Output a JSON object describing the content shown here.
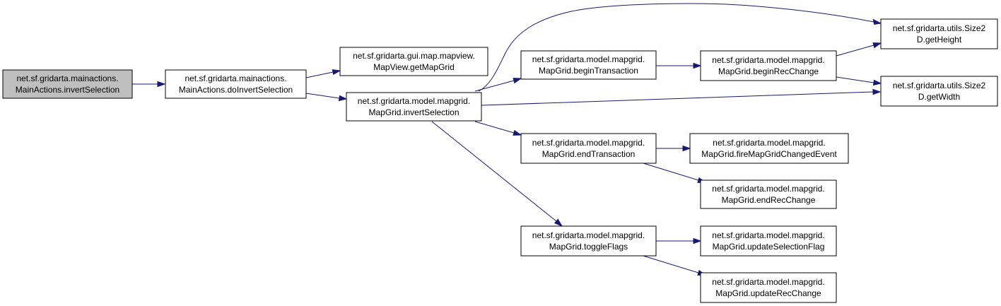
{
  "colors": {
    "edge": "#191970",
    "node_fill": "#ffffff",
    "root_fill": "#bfbfbf",
    "border": "#000000"
  },
  "nodes": {
    "n_invertSelection_main": {
      "line1": "net.sf.gridarta.mainactions.",
      "line2": "MainActions.invertSelection"
    },
    "n_doInvertSelection": {
      "line1": "net.sf.gridarta.mainactions.",
      "line2": "MainActions.doInvertSelection"
    },
    "n_getMapGrid": {
      "line1": "net.sf.gridarta.gui.map.mapview.",
      "line2": "MapView.getMapGrid"
    },
    "n_invertSelection_grid": {
      "line1": "net.sf.gridarta.model.mapgrid.",
      "line2": "MapGrid.invertSelection"
    },
    "n_beginTransaction": {
      "line1": "net.sf.gridarta.model.mapgrid.",
      "line2": "MapGrid.beginTransaction"
    },
    "n_endTransaction": {
      "line1": "net.sf.gridarta.model.mapgrid.",
      "line2": "MapGrid.endTransaction"
    },
    "n_toggleFlags": {
      "line1": "net.sf.gridarta.model.mapgrid.",
      "line2": "MapGrid.toggleFlags"
    },
    "n_beginRecChange": {
      "line1": "net.sf.gridarta.model.mapgrid.",
      "line2": "MapGrid.beginRecChange"
    },
    "n_fireMapGridChangedEvent": {
      "line1": "net.sf.gridarta.model.mapgrid.",
      "line2": "MapGrid.fireMapGridChangedEvent"
    },
    "n_endRecChange": {
      "line1": "net.sf.gridarta.model.mapgrid.",
      "line2": "MapGrid.endRecChange"
    },
    "n_updateSelectionFlag": {
      "line1": "net.sf.gridarta.model.mapgrid.",
      "line2": "MapGrid.updateSelectionFlag"
    },
    "n_updateRecChange": {
      "line1": "net.sf.gridarta.model.mapgrid.",
      "line2": "MapGrid.updateRecChange"
    },
    "n_getHeight": {
      "line1": "net.sf.gridarta.utils.Size2",
      "line2": "D.getHeight"
    },
    "n_getWidth": {
      "line1": "net.sf.gridarta.utils.Size2",
      "line2": "D.getWidth"
    }
  }
}
